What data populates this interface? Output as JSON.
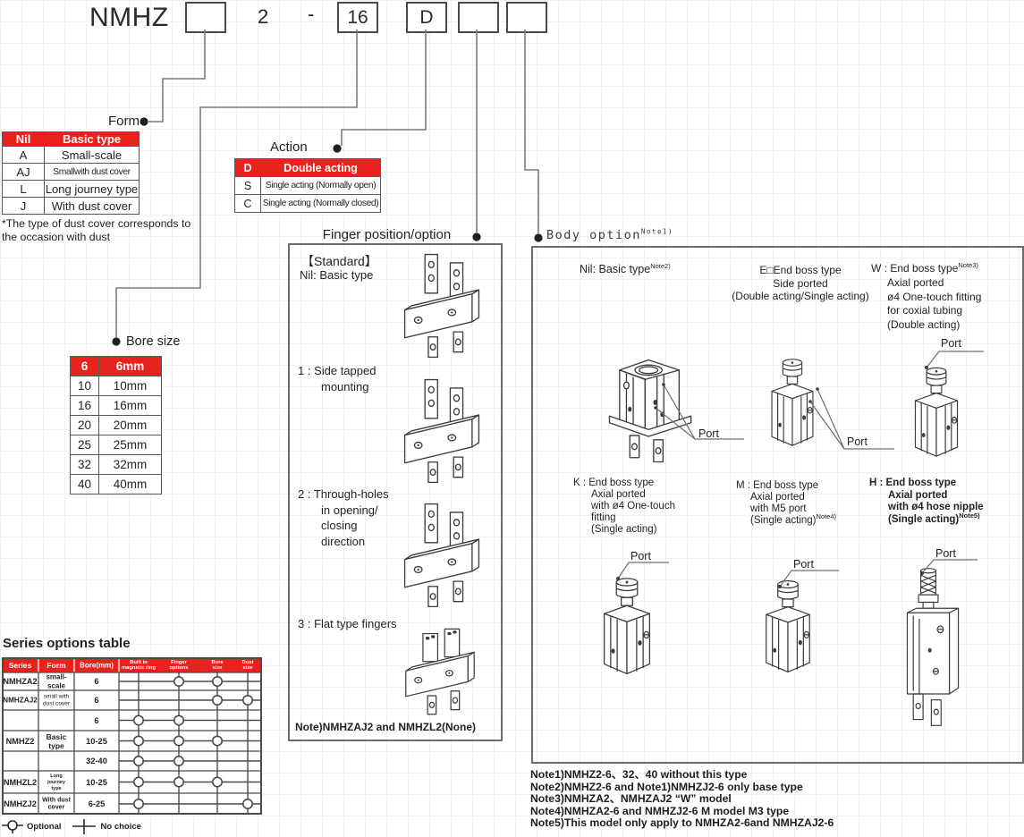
{
  "colors": {
    "red": "#e8231d",
    "table_border": "#58595b",
    "connector": "#7b7c7e",
    "text": "#232323"
  },
  "model_code": {
    "prefix": "NMHZ",
    "form_box": "",
    "series_digit": "2",
    "dash": "-",
    "bore_box": "16",
    "action_box": "D",
    "finger_box": "",
    "body_box": ""
  },
  "form": {
    "label": "Form",
    "rows": [
      [
        "Nil",
        "Basic type"
      ],
      [
        "A",
        "Small-scale"
      ],
      [
        "AJ",
        "Smallwith dust cover"
      ],
      [
        "L",
        "Long journey type"
      ],
      [
        "J",
        "With dust cover"
      ]
    ],
    "footnote_lines": [
      "*The type of dust cover corresponds to",
      "the occasion with dust"
    ]
  },
  "action": {
    "label": "Action",
    "rows": [
      [
        "D",
        "Double acting"
      ],
      [
        "S",
        "Single acting (Normally open)"
      ],
      [
        "C",
        "Single acting (Normally closed)"
      ]
    ]
  },
  "bore": {
    "label": "Bore size",
    "rows": [
      [
        "6",
        "6mm"
      ],
      [
        "10",
        "10mm"
      ],
      [
        "16",
        "16mm"
      ],
      [
        "20",
        "20mm"
      ],
      [
        "25",
        "25mm"
      ],
      [
        "32",
        "32mm"
      ],
      [
        "40",
        "40mm"
      ]
    ]
  },
  "finger": {
    "label": "Finger position/option",
    "standard_title": "【Standard】",
    "standard_sub": "Nil: Basic type",
    "items": [
      {
        "num": "1",
        "lines": [
          "Side tapped",
          "mounting"
        ]
      },
      {
        "num": "2",
        "lines": [
          "Through-holes",
          "in opening/",
          "closing",
          "direction"
        ]
      },
      {
        "num": "3",
        "lines": [
          "Flat type fingers"
        ]
      }
    ],
    "note": "Note)NMHZAJ2 and NMHZL2(None)"
  },
  "body_option": {
    "label": "Body option",
    "label_sup": "Note1)",
    "port_label": "Port",
    "options": [
      {
        "code": "Nil",
        "title": "Nil: Basic type",
        "title_sup": "Note2)",
        "lines": []
      },
      {
        "code": "E",
        "title": "E□End boss type",
        "lines": [
          "Side ported",
          "(Double acting/Single acting)"
        ]
      },
      {
        "code": "W",
        "title": "W : End boss type",
        "title_sup": "Note3)",
        "lines": [
          "Axial ported",
          "ø4 One-touch fitting",
          "for coxial tubing",
          "(Double acting)"
        ]
      },
      {
        "code": "K",
        "title": "K : End boss type",
        "lines": [
          "Axial ported",
          "with ø4 One-touch",
          "fitting",
          "(Single acting)"
        ]
      },
      {
        "code": "M",
        "title": "M : End boss type",
        "lines": [
          "Axial ported",
          "with M5 port",
          "(Single acting)"
        ],
        "last_sup": "Note4)"
      },
      {
        "code": "H",
        "title": "H : End boss type",
        "lines": [
          "Axial ported",
          "with ø4 hose nipple",
          "(Single acting)"
        ],
        "last_sup": "Note5)"
      }
    ],
    "notes": [
      "Note1)NMHZ2-6、32、40 without this type",
      "Note2)NMHZ2-6 and  Note1)NMHZJ2-6 only base type",
      "Note3)NMHZA2、NMHZAJ2 “W” model",
      "Note4)NMHZA2-6 and NMHZJ2-6 M model M3 type",
      "Note5)This model only apply to NMHZA2-6and NMHZAJ2-6"
    ]
  },
  "series_table": {
    "title": "Series options table",
    "headers": {
      "series": "Series",
      "form": "Form",
      "bore": "Bore(mm)",
      "options": [
        [
          "Built in",
          "magnetic ring"
        ],
        [
          "Finger",
          "options"
        ],
        [
          "Bore",
          "size"
        ],
        [
          "Dust",
          "size"
        ]
      ]
    },
    "rows": [
      {
        "series": "NMHZA2",
        "form": [
          "small-",
          "scale"
        ],
        "bore": "6",
        "options": [
          "finger",
          "bore"
        ]
      },
      {
        "series": "NMHZAJ2",
        "form": [
          "small with",
          "dust cover"
        ],
        "bore": "6",
        "options": [
          "bore",
          "dust"
        ]
      },
      {
        "series": "",
        "form": [],
        "bore": "6",
        "options": [
          "magnet",
          "finger"
        ]
      },
      {
        "series": "NMHZ2",
        "form": [
          "Basic",
          "type"
        ],
        "bore": "10-25",
        "options": [
          "magnet",
          "finger",
          "bore"
        ]
      },
      {
        "series": "",
        "form": [],
        "bore": "32-40",
        "options": [
          "magnet",
          "finger"
        ]
      },
      {
        "series": "NMHZL2",
        "form": [
          "Long",
          "journey",
          "type"
        ],
        "bore": "10-25",
        "options": [
          "magnet",
          "finger",
          "bore"
        ]
      },
      {
        "series": "NMHZJ2",
        "form": [
          "With dust",
          "cover"
        ],
        "bore": "6-25",
        "options": [
          "magnet",
          "dust"
        ]
      }
    ],
    "legend": {
      "optional": "Optional",
      "no_choice": "No choice"
    }
  }
}
